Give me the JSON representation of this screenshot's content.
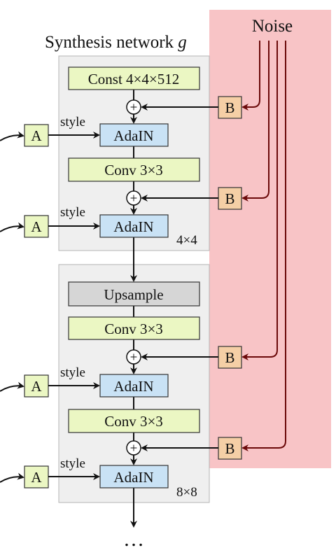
{
  "title": "Synthesis network",
  "title_var": "g",
  "noise_label": "Noise",
  "const_label": "Const 4×4×512",
  "conv_label": "Conv 3×3",
  "adain_label": "AdaIN",
  "upsample_label": "Upsample",
  "style_label": "style",
  "a_label": "A",
  "b_label": "B",
  "plus_symbol": "+",
  "block1_res": "4×4",
  "block2_res": "8×8",
  "ellipsis": "…",
  "colors": {
    "noise_region": "#f8c4c6",
    "block_bg": "#efefef",
    "green_box": "#ebf7c3",
    "blue_box": "#c9e2f5",
    "gray_box": "#d6d6d6",
    "orange_box": "#f5cfa6",
    "dark_red_line": "#6b0a0a",
    "black_line": "#111111"
  }
}
